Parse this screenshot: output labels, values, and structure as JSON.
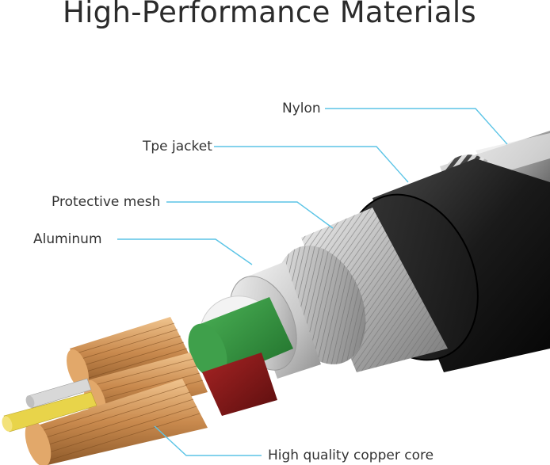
{
  "title": "High-Performance Materials",
  "labels": {
    "nylon": "Nylon",
    "tpe_jacket": "Tpe jacket",
    "protective_mesh": "Protective mesh",
    "aluminum": "Aluminum",
    "copper_core": "High quality copper core"
  },
  "colors": {
    "leader_line": "#5bc4e6",
    "jacket": "#1c1c1c",
    "mesh": "#b8b8b8",
    "aluminum": "#d0d0d0",
    "insulation_green": "#2e8f3a",
    "insulation_red": "#8a1a1a",
    "copper": "#c98a4e",
    "tinned_wire": "#d8d8d8",
    "yellow_wire": "#e8d44a"
  }
}
